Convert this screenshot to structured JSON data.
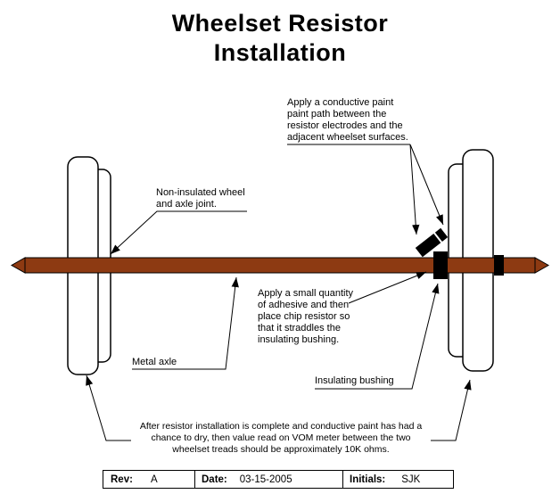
{
  "title": {
    "line1": "Wheelset Resistor",
    "line2": "Installation"
  },
  "annotations": {
    "conductive_paint": "Apply a conductive paint\npaint path between the\nresistor electrodes and the\nadjacent wheelset surfaces.",
    "non_insulated": "Non-insulated wheel\nand axle joint.",
    "metal_axle": "Metal axle",
    "adhesive": "Apply a small quantity\nof adhesive and then\nplace chip resistor so\nthat it straddles the\ninsulating bushing.",
    "insulating_bushing": "Insulating bushing",
    "vom_note": "After resistor installation is complete and conductive paint has had a\nchance to dry, then value read on VOM meter between the two\nwheelset treads should be approximately 10K ohms."
  },
  "title_block": {
    "rev_label": "Rev:",
    "rev_value": "A",
    "date_label": "Date:",
    "date_value": "03-15-2005",
    "initials_label": "Initials:",
    "initials_value": "SJK"
  },
  "colors": {
    "axle": "#8d3a12",
    "outline": "#000000",
    "part_black": "#000000"
  }
}
